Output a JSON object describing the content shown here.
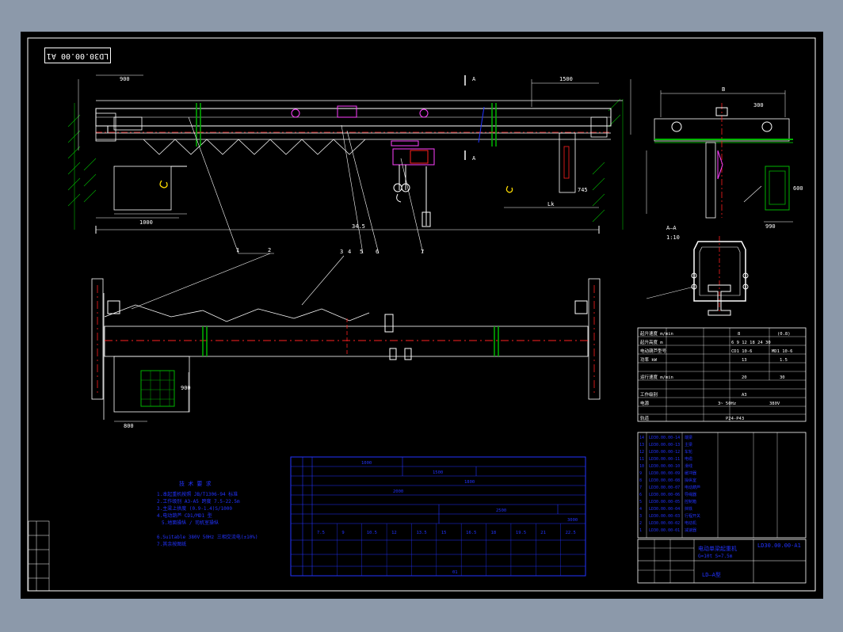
{
  "drawing": {
    "code_top": "LD30.00.00   A1",
    "code_bottom": "LD30.00.00-A1",
    "title_name": "电动单梁起重机",
    "title_sub1": "G=10t   S=7.5m",
    "title_sub2": "LD—A型"
  },
  "labels": {
    "section_a": "A",
    "section_a_bottom": "A",
    "section_view": "A—A",
    "section_scale": "1:10",
    "span": "34.5",
    "dim_1500": "1500",
    "dim_b": "B",
    "dim_300": "300",
    "dim_990": "990",
    "dim_600": "600",
    "dim_745": "745",
    "dim_lk": "Lk",
    "dim_1000": "1000",
    "dim_900": "900",
    "dim_800": "800",
    "dim_900b": "900"
  },
  "callouts": [
    "1",
    "2",
    "3",
    "4",
    "5",
    "6",
    "7"
  ],
  "tech_requirements": {
    "heading": "技  术  要  求",
    "lines": [
      "1.本起重机按照 JB/T1306-94 标准",
      "2.工作级别 A3-A5 跨度 7.5-22.5m",
      "3.主梁上拱度 (0.9-1.4)S/1000",
      "4.电动葫芦 CD1/MD1 型",
      "5.地面操纵 / 司机室操纵",
      "6.Suitable 380V 50Hz 三相交流电(±10%)",
      "7.其余按图纸"
    ]
  },
  "spec_table": {
    "rows": [
      {
        "label": "起升速度 m/min",
        "v1": "8",
        "v2": "(0.8)"
      },
      {
        "label": "起升高度 m",
        "v1": "6   9   12   18   24   30",
        "v2": ""
      },
      {
        "label": "电动葫芦型号",
        "v1": "CD1 10-6",
        "v2": "MD1 10-6"
      },
      {
        "label": "功率 kW",
        "v1": "13",
        "v2": "1.5"
      },
      {
        "label": "运行速度 m/min",
        "v1": "20",
        "v2": "30"
      },
      {
        "label": "工作级别",
        "v1": "A3",
        "v2": ""
      },
      {
        "label": "电源",
        "v1": "3~ 50Hz",
        "v2": "380V"
      },
      {
        "label": "轨道",
        "v1": "P24-P43",
        "v2": ""
      }
    ]
  },
  "param_table": {
    "headers": [
      "7.5",
      "9",
      "10.5",
      "12",
      "13.5",
      "15",
      "16.5",
      "18",
      "19.5",
      "21",
      "22.5"
    ],
    "row_lengths": [
      "1000",
      "1500",
      "1800",
      "2000",
      "2500",
      "3000"
    ],
    "footer": "01"
  },
  "parts_list": [
    {
      "no": "14",
      "code": "LD30.00.00-14",
      "name": "端梁"
    },
    {
      "no": "13",
      "code": "LD30.00.00-13",
      "name": "主梁"
    },
    {
      "no": "12",
      "code": "LD30.00.00-12",
      "name": "车轮"
    },
    {
      "no": "11",
      "code": "LD30.00.00-11",
      "name": "电缆"
    },
    {
      "no": "10",
      "code": "LD30.00.00-10",
      "name": "滑线"
    },
    {
      "no": "9",
      "code": "LD30.00.00-09",
      "name": "缓冲器"
    },
    {
      "no": "8",
      "code": "LD30.00.00-08",
      "name": "操纵室"
    },
    {
      "no": "7",
      "code": "LD30.00.00-07",
      "name": "电动葫芦"
    },
    {
      "no": "6",
      "code": "LD30.00.00-06",
      "name": "导绳器"
    },
    {
      "no": "5",
      "code": "LD30.00.00-05",
      "name": "控制箱"
    },
    {
      "no": "4",
      "code": "LD30.00.00-04",
      "name": "挡铁"
    },
    {
      "no": "3",
      "code": "LD30.00.00-03",
      "name": "行程开关"
    },
    {
      "no": "2",
      "code": "LD30.00.00-02",
      "name": "电动机"
    },
    {
      "no": "1",
      "code": "LD30.00.00-01",
      "name": "减速器"
    }
  ],
  "colors": {
    "background": "#8c99aa",
    "sheet": "#000000",
    "line": "#ffffff",
    "blue": "#2233ff",
    "green": "#00b400",
    "red": "#ff2020",
    "yellow": "#ffdd00",
    "magenta": "#ff40ff",
    "cyan": "#00e0e0"
  }
}
